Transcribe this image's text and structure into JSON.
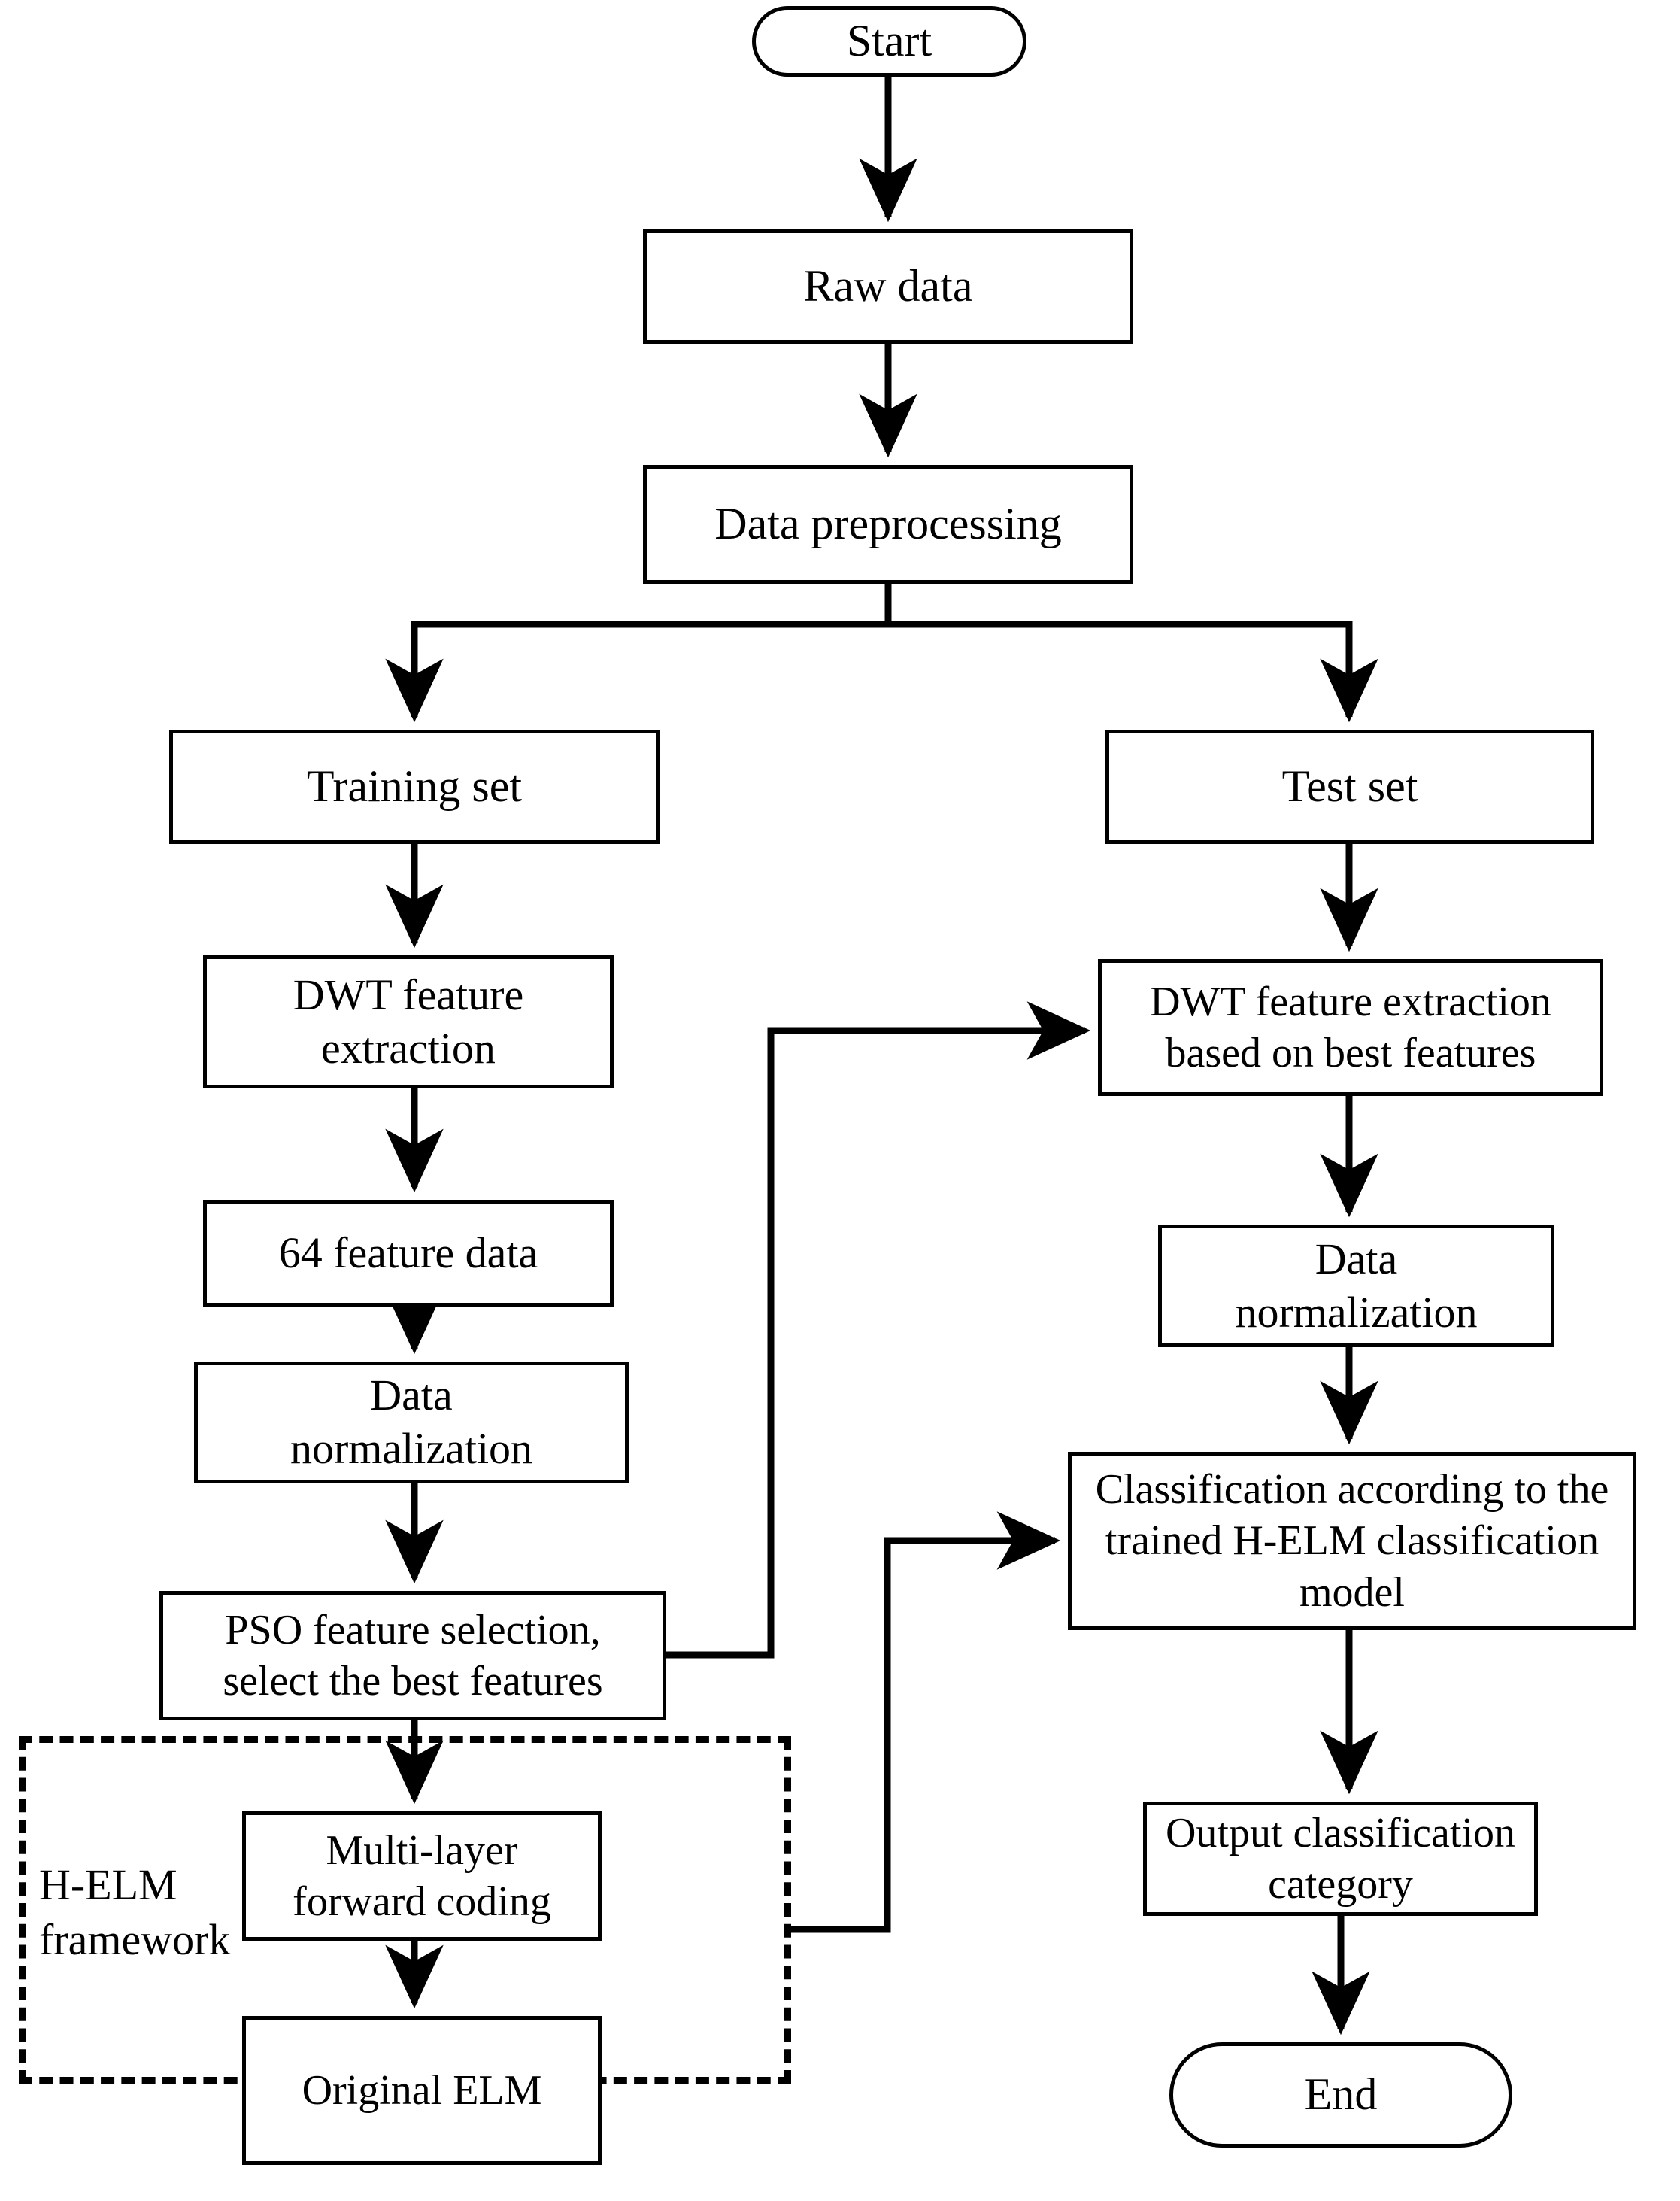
{
  "diagram": {
    "title": "H-ELM classification workflow flowchart",
    "stroke_color": "#000000",
    "background_color": "#ffffff",
    "nodes": {
      "start": {
        "label": "Start",
        "shape": "terminator"
      },
      "raw_data": {
        "label": "Raw data",
        "shape": "process"
      },
      "data_preprocessing": {
        "label": "Data preprocessing",
        "shape": "process"
      },
      "training_set": {
        "label": "Training set",
        "shape": "process"
      },
      "test_set": {
        "label": "Test set",
        "shape": "process"
      },
      "dwt_feature_extraction": {
        "label": "DWT feature\nextraction",
        "shape": "process"
      },
      "dwt_best_features": {
        "label": "DWT feature extraction\nbased on best features",
        "shape": "process"
      },
      "feature_data_64": {
        "label": "64 feature data",
        "shape": "process"
      },
      "data_normalization_left": {
        "label": "Data\nnormalization",
        "shape": "process"
      },
      "data_normalization_right": {
        "label": "Data\nnormalization",
        "shape": "process"
      },
      "pso_feature_selection": {
        "label": "PSO feature selection,\nselect the best features",
        "shape": "process"
      },
      "classification": {
        "label": "Classification according to the\ntrained H-ELM classification\nmodel",
        "shape": "process"
      },
      "multilayer_forward_coding": {
        "label": "Multi-layer\nforward coding",
        "shape": "process"
      },
      "original_elm": {
        "label": "Original ELM",
        "shape": "process"
      },
      "output_category": {
        "label": "Output classification\ncategory",
        "shape": "process"
      },
      "end": {
        "label": "End",
        "shape": "terminator"
      }
    },
    "groups": {
      "helm_framework": {
        "label": "H-ELM\nframework",
        "style": "dashed"
      }
    },
    "edges": [
      {
        "from": "start",
        "to": "raw_data"
      },
      {
        "from": "raw_data",
        "to": "data_preprocessing"
      },
      {
        "from": "data_preprocessing",
        "to": "training_set"
      },
      {
        "from": "data_preprocessing",
        "to": "test_set"
      },
      {
        "from": "training_set",
        "to": "dwt_feature_extraction"
      },
      {
        "from": "dwt_feature_extraction",
        "to": "feature_data_64"
      },
      {
        "from": "feature_data_64",
        "to": "data_normalization_left"
      },
      {
        "from": "data_normalization_left",
        "to": "pso_feature_selection"
      },
      {
        "from": "pso_feature_selection",
        "to": "dwt_best_features"
      },
      {
        "from": "pso_feature_selection",
        "to": "multilayer_forward_coding"
      },
      {
        "from": "multilayer_forward_coding",
        "to": "original_elm"
      },
      {
        "from": "original_elm",
        "to": "classification"
      },
      {
        "from": "test_set",
        "to": "dwt_best_features"
      },
      {
        "from": "dwt_best_features",
        "to": "data_normalization_right"
      },
      {
        "from": "data_normalization_right",
        "to": "classification"
      },
      {
        "from": "classification",
        "to": "output_category"
      },
      {
        "from": "output_category",
        "to": "end"
      }
    ]
  }
}
